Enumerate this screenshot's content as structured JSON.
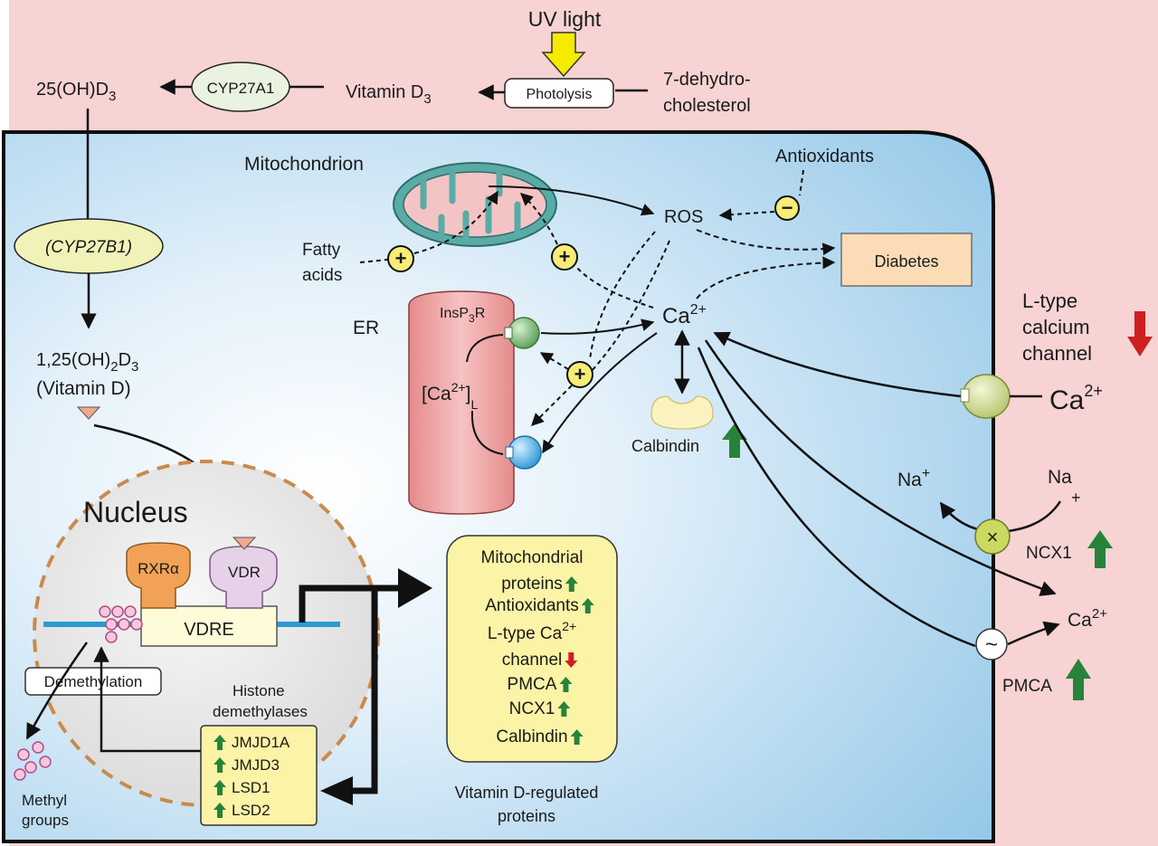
{
  "uv": {
    "label": "UV light",
    "photolysis": "Photolysis"
  },
  "pathway": {
    "dehydro_line1": "7-dehydro-",
    "dehydro_line2": "cholesterol",
    "vitd3": "Vitamin D",
    "vitd3_sub": "3",
    "cyp27a1": "CYP27A1",
    "oh25_a": "25(OH)D",
    "oh25_sub": "3",
    "cyp27b1": "(CYP27B1)",
    "calcitriol_a": "1,25(OH)",
    "calcitriol_s1": "2",
    "calcitriol_b": "D",
    "calcitriol_s2": "3",
    "calcitriol_line2": "(Vitamin D)"
  },
  "cell": {
    "mitochondrion": "Mitochondrion",
    "antioxidants": "Antioxidants",
    "ros": "ROS",
    "fatty1": "Fatty",
    "fatty2": "acids",
    "diabetes": "Diabetes",
    "er": "ER",
    "insp3r_a": "InsP",
    "insp3r_sub": "3",
    "insp3r_b": "R",
    "ca_store_a": "[Ca",
    "ca_store_sup": "2+",
    "ca_store_b": "]",
    "ca_store_sub": "L",
    "ca_center": "Ca",
    "ca_center_sup": "2+",
    "calbindin": "Calbindin",
    "plus": "+",
    "minus": "−"
  },
  "membrane": {
    "ltype1": "L-type",
    "ltype2": "calcium",
    "ltype3": "channel",
    "ca_out": "Ca",
    "ca_out_sup": "2+",
    "na_in": "Na",
    "na_in_sup": "+",
    "na_out": "Na",
    "na_out_sup": "+",
    "ncx1": "NCX1",
    "ca_pmca": "Ca",
    "ca_pmca_sup": "2+",
    "pmca": "PMCA",
    "exchanger_glyph": "×",
    "pump_glyph": "~"
  },
  "nucleus": {
    "title": "Nucleus",
    "rxr": "RXRα",
    "vdr": "VDR",
    "vdre": "VDRE",
    "demethylation": "Demethylation",
    "hd1": "Histone",
    "hd2": "demethylases",
    "methyl1": "Methyl",
    "methyl2": "groups",
    "enzymes": [
      "JMJD1A",
      "JMJD3",
      "LSD1",
      "LSD2"
    ]
  },
  "regulated": {
    "items": [
      {
        "text": "Mitochondrial",
        "dir": ""
      },
      {
        "text": "proteins",
        "dir": "up"
      },
      {
        "text": "Antioxidants",
        "dir": "up"
      },
      {
        "text": "L-type Ca",
        "sup": "2+",
        "dir": ""
      },
      {
        "text": "channel",
        "dir": "down"
      },
      {
        "text": "PMCA",
        "dir": "up"
      },
      {
        "text": "NCX1",
        "dir": "up"
      },
      {
        "text": "Calbindin",
        "dir": "up"
      }
    ],
    "caption1": "Vitamin D-regulated",
    "caption2": "proteins"
  },
  "colors": {
    "outside": "#f7d2d2",
    "cell_edge": "#0d0d0d",
    "cell_light": "#e8f3fb",
    "cell_dark": "#9fcdea",
    "up_arrow": "#27833a",
    "down_arrow": "#cc2020",
    "uv_arrow": "#f5ea00",
    "yellow_box": "#fbf3a6",
    "diabetes_box": "#fbdcb6",
    "er": "#f1a6a6",
    "mito_outer": "#4ea5a0",
    "mito_inner": "#f3c3c3"
  }
}
